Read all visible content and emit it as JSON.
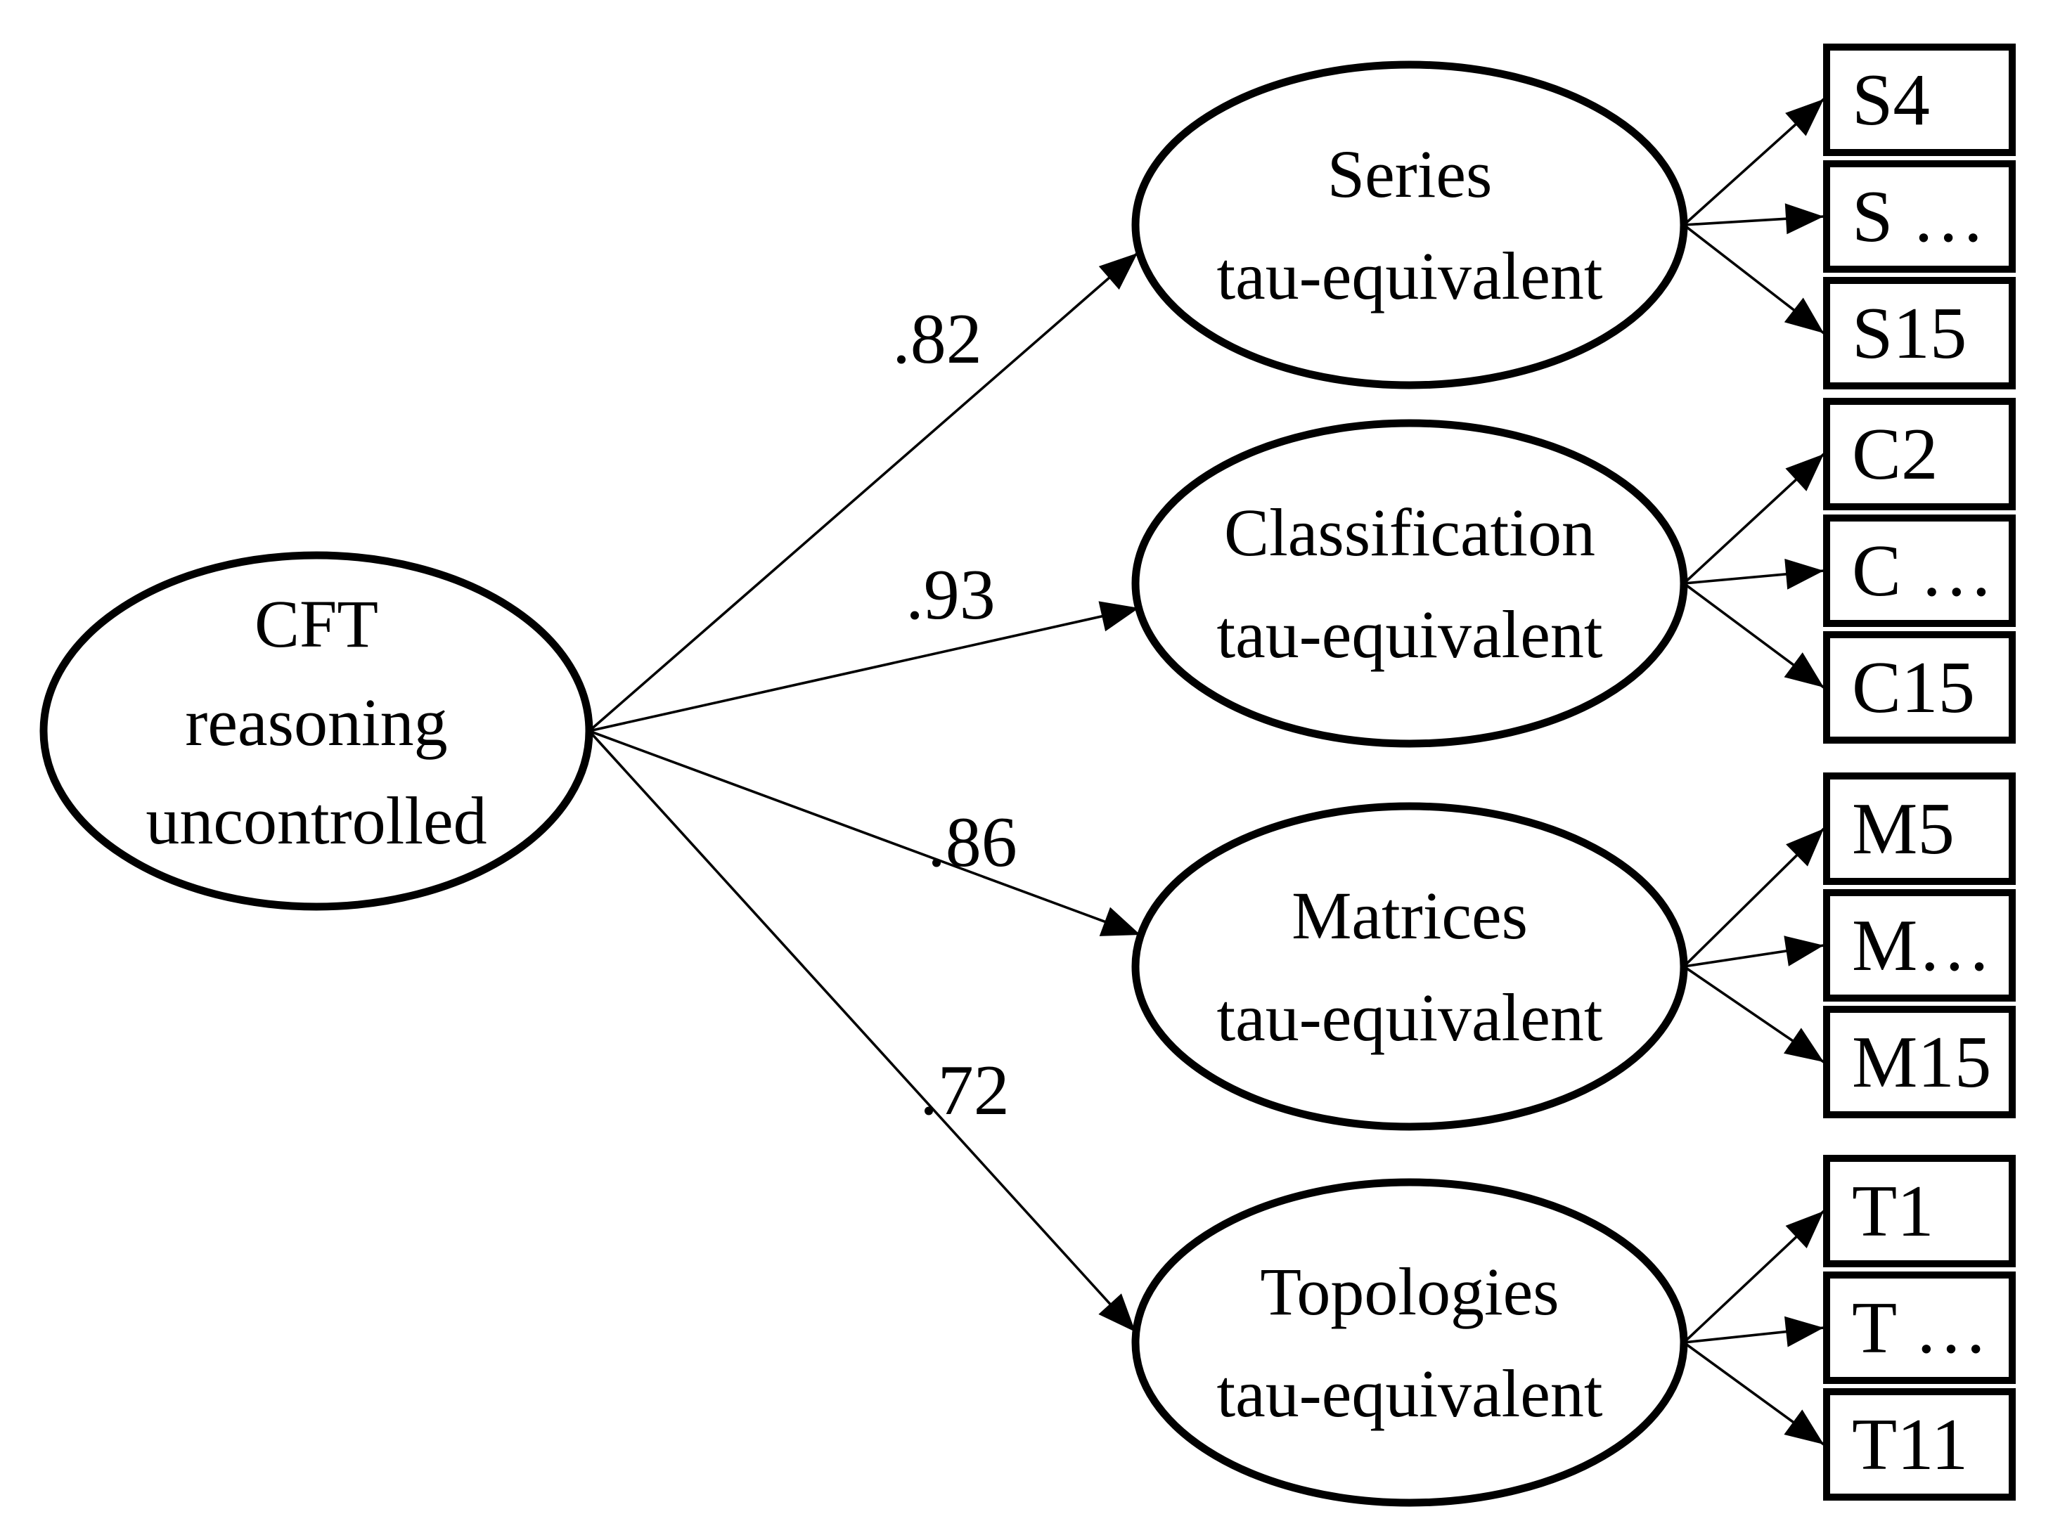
{
  "figure": {
    "type": "cfa-path-diagram",
    "background": "#ffffff",
    "stroke_color": "#000000",
    "root_factor": {
      "lines": [
        "CFT",
        "reasoning",
        "uncontrolled"
      ]
    },
    "factors": [
      {
        "name": "series",
        "lines": [
          "Series",
          "tau-equivalent"
        ],
        "loading": ".82",
        "indicators": [
          "S4",
          "S …",
          "S15"
        ]
      },
      {
        "name": "classification",
        "lines": [
          "Classification",
          "tau-equivalent"
        ],
        "loading": ".93",
        "indicators": [
          "C2",
          "C …",
          "C15"
        ]
      },
      {
        "name": "matrices",
        "lines": [
          "Matrices",
          "tau-equivalent"
        ],
        "loading": ".86",
        "indicators": [
          "M5",
          "M…",
          "M15"
        ]
      },
      {
        "name": "topologies",
        "lines": [
          "Topologies",
          "tau-equivalent"
        ],
        "loading": ".72",
        "indicators": [
          "T1",
          "T …",
          "T11"
        ]
      }
    ]
  }
}
